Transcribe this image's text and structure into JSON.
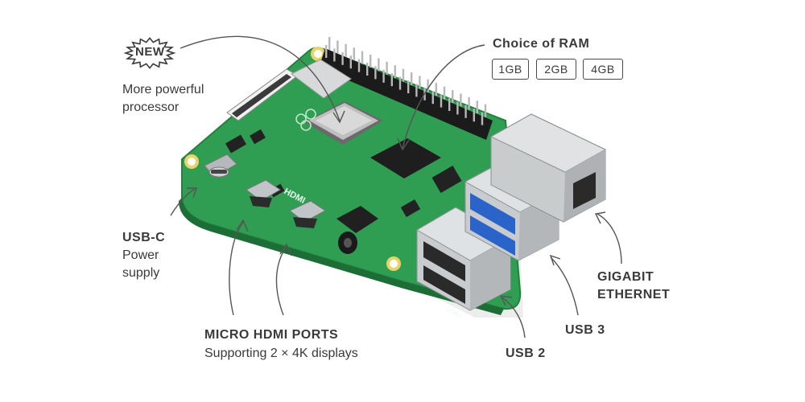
{
  "badge": {
    "text": "NEW"
  },
  "callouts": {
    "processor": {
      "line1": "More powerful",
      "line2": "processor"
    },
    "ram": {
      "title": "Choice of RAM",
      "options": [
        "1GB",
        "2GB",
        "4GB"
      ]
    },
    "usbc": {
      "line1": "USB-C",
      "line2": "Power",
      "line3": "supply"
    },
    "hdmi": {
      "title": "MICRO HDMI PORTS",
      "subtitle": "Supporting 2 × 4K displays"
    },
    "ethernet": {
      "line1": "GIGABIT",
      "line2": "ETHERNET"
    },
    "usb3": {
      "label": "USB 3"
    },
    "usb2": {
      "label": "USB 2"
    }
  },
  "board": {
    "hdmi_print": "HDMI",
    "usb2_print": "USB2",
    "colors": {
      "pcb": "#2f9e52",
      "pcb_dark": "#23803f",
      "metal": "#c8ccce",
      "usb3_blue": "#2a64c8",
      "chip": "#1e1e1e",
      "pins": "#1b1b1b"
    }
  }
}
